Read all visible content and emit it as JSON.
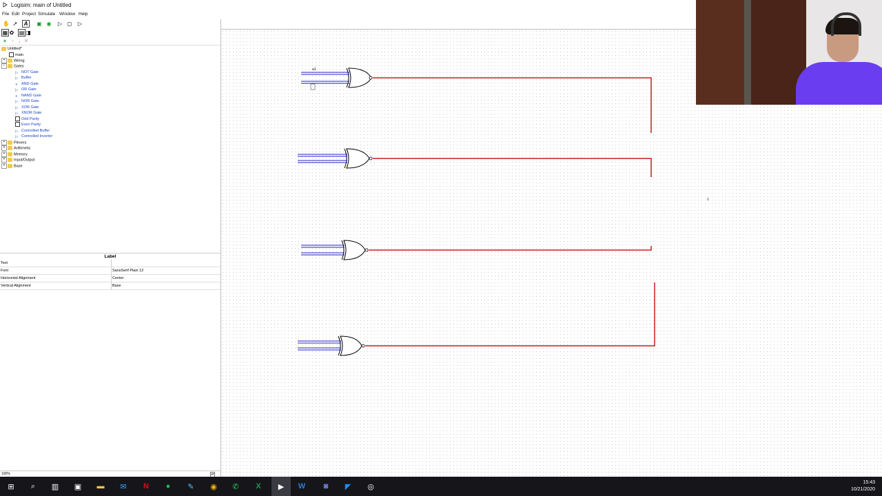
{
  "window": {
    "title": "Logisim: main of Untitled"
  },
  "menu": [
    "File",
    "Edit",
    "Project",
    "Simulate",
    "Window",
    "Help"
  ],
  "tree": {
    "root": "Untitled*",
    "main": "main",
    "wiring": "Wiring",
    "gates": "Gates",
    "gate_items": [
      "NOT Gate",
      "Buffer",
      "AND Gate",
      "OR Gate",
      "NAND Gate",
      "NOR Gate",
      "XOR Gate",
      "XNOR Gate",
      "Odd Parity",
      "Even Parity",
      "Controlled Buffer",
      "Controlled Inverter"
    ],
    "plexers": "Plexers",
    "arithmetic": "Arithmetic",
    "memory": "Memory",
    "io": "Input/Output",
    "base": "Base"
  },
  "properties": {
    "header": "Label",
    "rows": [
      {
        "key": "Text",
        "value": ""
      },
      {
        "key": "Font",
        "value": "SansSerif Plain 12"
      },
      {
        "key": "Horizontal Alignment",
        "value": "Center"
      },
      {
        "key": "Vertical Alignment",
        "value": "Base"
      }
    ]
  },
  "zoom": "100%",
  "canvas": {
    "label_a1": "a1",
    "label_stray": "0"
  },
  "clock": {
    "time": "15:43",
    "date": "10/21/2020"
  },
  "colors": {
    "wire_input": "#2020c8",
    "wire_output": "#c81e1e",
    "grid_dot": "#c9c9c9"
  }
}
